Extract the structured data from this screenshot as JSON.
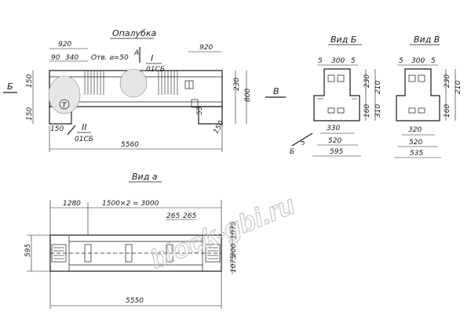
{
  "titles": {
    "formwork": "Опалубка",
    "view_a": "Вид а",
    "view_b": "Вид Б",
    "view_v": "Вид В"
  },
  "markers": {
    "b": "Б",
    "b_small": "Б",
    "a": "А",
    "v": "В",
    "section_i": "I",
    "section_i_sheet": "01СБ",
    "section_ii": "II",
    "section_ii_sheet": "01СБ",
    "t_symbol": "Т"
  },
  "notes": {
    "hole": "Отв. ⌀=50"
  },
  "elevation_dims": {
    "top_left": "920",
    "top_right": "920",
    "d90": "90",
    "d340": "340",
    "left_150a": "150",
    "left_150b": "150",
    "left_150c": "150",
    "right_230": "230",
    "right_800": "800",
    "right_55": "55",
    "right_150": "150",
    "overall": "5560"
  },
  "view_b_dims": {
    "d5a": "5",
    "d300": "300",
    "d5b": "5",
    "d230": "230",
    "d210": "210",
    "d160": "160",
    "d310": "310",
    "d330": "330",
    "d520": "520",
    "d595": "595",
    "d5c": "5"
  },
  "view_v_dims": {
    "d5a": "5",
    "d300": "300",
    "d5b": "5",
    "d230": "230",
    "d210": "210",
    "d160": "160",
    "d320": "320",
    "d520": "520",
    "d535": "535"
  },
  "plan_dims": {
    "d1280": "1280",
    "d1500x2": "1500×2 = 3000",
    "d265a": "265",
    "d265b": "265",
    "left_595": "595",
    "right_1075": "1075",
    "right_300": "300",
    "right_1075b": "1075",
    "overall": "5550"
  },
  "watermark": "block-gbi.ru"
}
